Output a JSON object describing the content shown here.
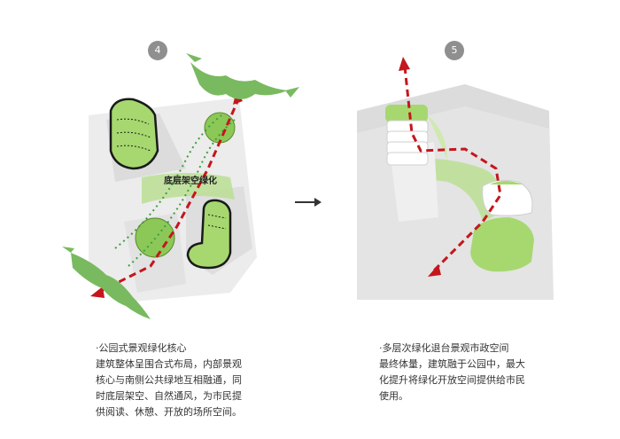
{
  "diagram": {
    "step_left": "4",
    "step_right": "5",
    "left_inner_label": "底层架空绿化",
    "left_caption": {
      "title": "·公园式景观绿化核心",
      "lines": [
        "建筑整体呈围合式布局，内部景观",
        "核心与南侧公共绿地互相融通，同",
        "时底层架空、自然通风，为市民提",
        "供阅读、休憩、开放的场所空间。"
      ]
    },
    "right_caption": {
      "title": "·多层次绿化退台景观市政空间",
      "lines": [
        "最终体量，建筑融于公园中，最大",
        "化提升将绿化开放空间提供给市民",
        "使用。"
      ]
    },
    "colors": {
      "green": "#9dd16a",
      "green_dark": "#5a8a2e",
      "red_path": "#c4161c",
      "gray_block": "#e6e6e6",
      "canopy": "#6fb35a"
    }
  }
}
